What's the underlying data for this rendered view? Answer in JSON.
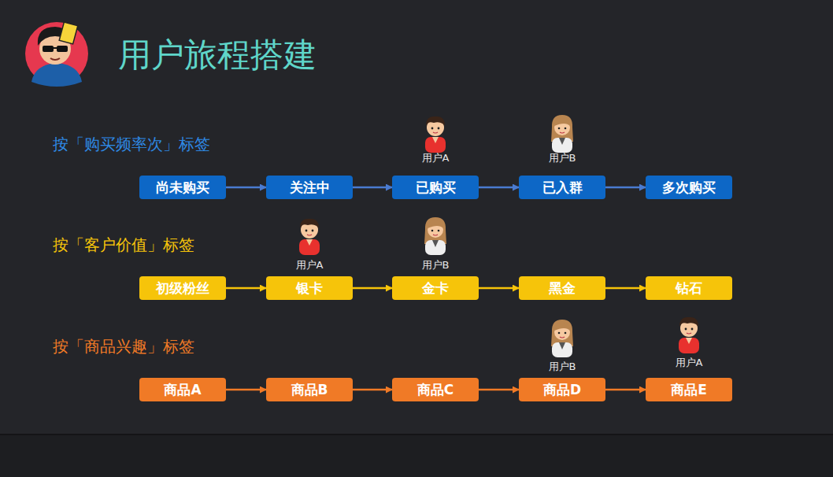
{
  "diagram": {
    "title": "用户旅程搭建",
    "nodes": [
      {
        "text": [
          "尚未购买"
        ]
      },
      {
        "text": [
          "关注中"
        ]
      },
      {
        "text": [
          "已购买"
        ]
      },
      {
        "text": [
          "已入群"
        ]
      },
      {
        "text": [
          "多次购买"
        ]
      },
      {
        "text": [
          "初级粉丝"
        ]
      },
      {
        "text": [
          "银卡"
        ]
      },
      {
        "text": [
          "金卡"
        ]
      },
      {
        "text": [
          "黑金"
        ]
      },
      {
        "text": [
          "钻石"
        ]
      },
      {
        "text": [
          "商品A"
        ]
      },
      {
        "text": [
          "商品B"
        ]
      },
      {
        "text": [
          "商品C"
        ]
      },
      {
        "text": [
          "商品D"
        ]
      },
      {
        "text": [
          "商品E"
        ]
      }
    ],
    "edges": [
      {
        "from": 0,
        "to": 1,
        "arrow": "to"
      },
      {
        "from": 1,
        "to": 2,
        "arrow": "to"
      },
      {
        "from": 2,
        "to": 3,
        "arrow": "to"
      },
      {
        "from": 3,
        "to": 4,
        "arrow": "to"
      },
      {
        "from": 5,
        "to": 6,
        "arrow": "to"
      },
      {
        "from": 6,
        "to": 7,
        "arrow": "to"
      },
      {
        "from": 7,
        "to": 8,
        "arrow": "to"
      },
      {
        "from": 8,
        "to": 9,
        "arrow": "to"
      },
      {
        "from": 10,
        "to": 11,
        "arrow": "to"
      },
      {
        "from": 11,
        "to": 12,
        "arrow": "to"
      },
      {
        "from": 12,
        "to": 13,
        "arrow": "to"
      },
      {
        "from": 13,
        "to": 14,
        "arrow": "to"
      }
    ],
    "labels": [
      "用户A",
      "用户B",
      "按「购买频率次」标签",
      "用户A",
      "用户B",
      "按「客户价值」标签",
      "用户B",
      "用户A",
      "按「商品兴趣」标签"
    ]
  }
}
